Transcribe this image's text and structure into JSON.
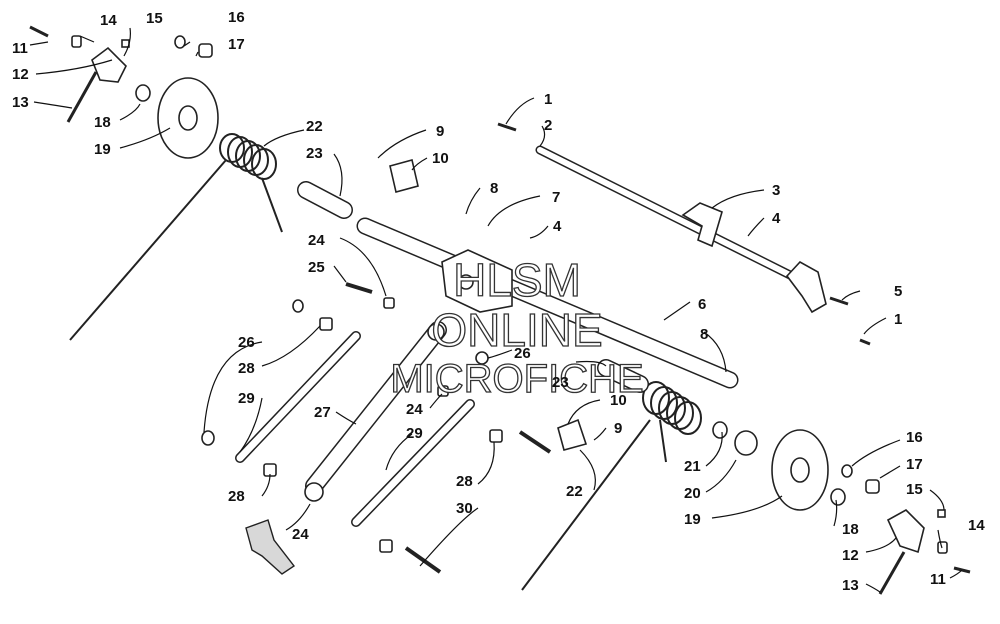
{
  "callouts": {
    "c1a": "1",
    "c1b": "1",
    "c2": "2",
    "c3": "3",
    "c4a": "4",
    "c4b": "4",
    "c5": "5",
    "c6": "6",
    "c7": "7",
    "c8a": "8",
    "c8b": "8",
    "c9a": "9",
    "c9b": "9",
    "c10a": "10",
    "c10b": "10",
    "c11a": "11",
    "c11b": "11",
    "c12a": "12",
    "c12b": "12",
    "c13a": "13",
    "c13b": "13",
    "c14a": "14",
    "c14b": "14",
    "c15a": "15",
    "c15b": "15",
    "c16a": "16",
    "c16b": "16",
    "c17a": "17",
    "c17b": "17",
    "c18a": "18",
    "c18b": "18",
    "c19a": "19",
    "c19b": "19",
    "c20": "20",
    "c21": "21",
    "c22a": "22",
    "c22b": "22",
    "c23a": "23",
    "c23b": "23",
    "c24a": "24",
    "c24b": "24",
    "c24c": "24",
    "c25": "25",
    "c26a": "26",
    "c26b": "26",
    "c27": "27",
    "c28a": "28",
    "c28b": "28",
    "c28c": "28",
    "c29a": "29",
    "c29b": "29",
    "c30": "30"
  },
  "watermark": {
    "line1": "HLSM",
    "line2": "ONLINE",
    "line3": "MICROFICHE"
  }
}
